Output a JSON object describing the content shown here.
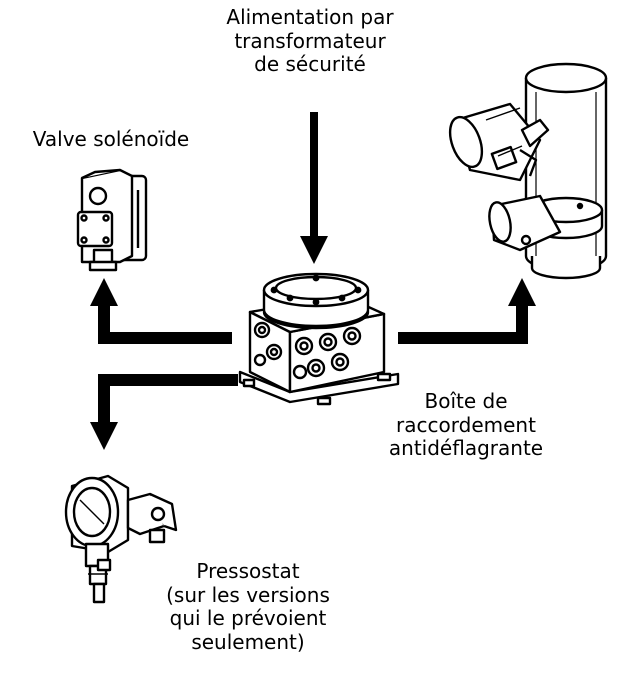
{
  "labels": {
    "power_supply": [
      "Alimentation par",
      "transformateur",
      "de sécurité"
    ],
    "solenoid_valve": [
      "Valve solénoïde"
    ],
    "junction_box": [
      "Boîte de",
      "raccordement",
      "antidéflagrante"
    ],
    "pressure_switch": [
      "Pressostat",
      "(sur les versions",
      "qui le prévoient",
      "seulement)"
    ]
  },
  "colors": {
    "ink": "#000000",
    "paper": "#ffffff",
    "shade": "#d9d9d9"
  },
  "icons": [
    "down-arrow-icon",
    "up-arrow-icon",
    "solenoid-valve-icon",
    "junction-box-icon",
    "camera-housing-icon",
    "pressure-switch-icon"
  ]
}
